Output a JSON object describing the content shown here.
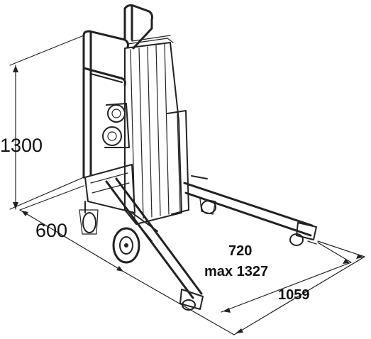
{
  "dimensions": {
    "height": "1300",
    "width": "600",
    "extended_min": "720",
    "extended_max": "max 1327",
    "length": "1059"
  },
  "colors": {
    "line": "#222222",
    "background": "#ffffff"
  }
}
